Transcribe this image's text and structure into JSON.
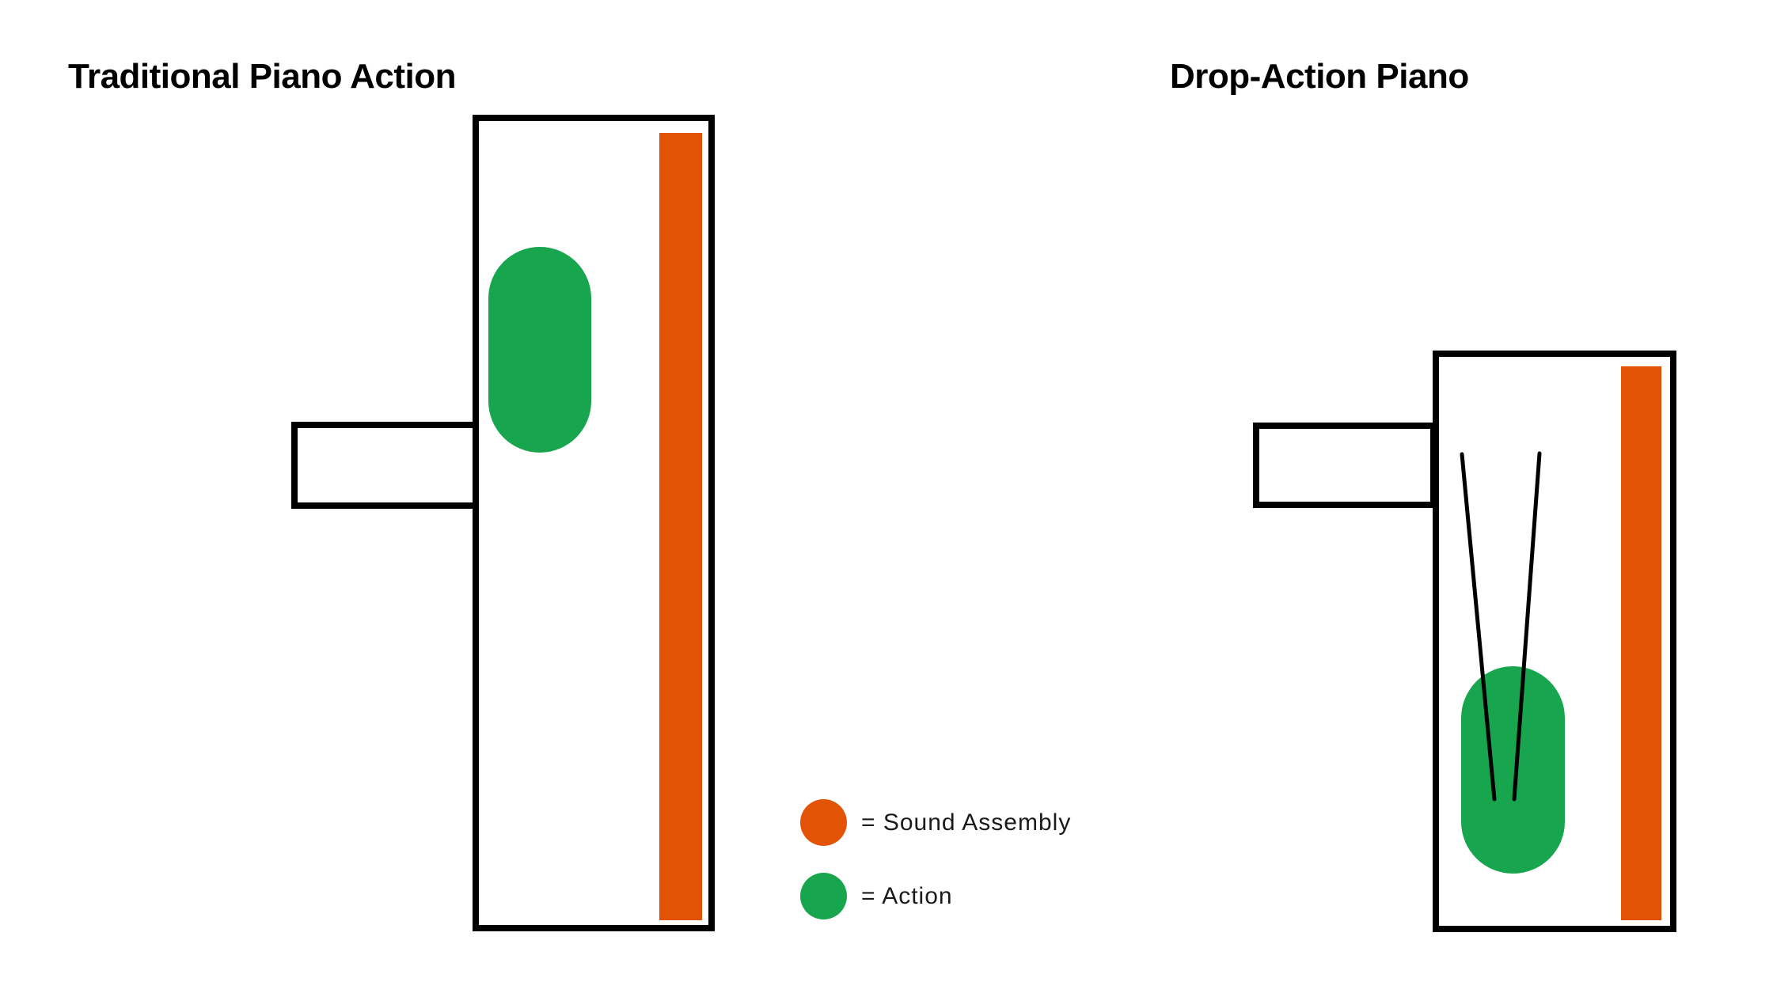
{
  "titles": {
    "traditional": "Traditional Piano Action",
    "drop_action": "Drop-Action Piano"
  },
  "legend": {
    "items": [
      {
        "swatch": "sound-assembly",
        "label": "= Sound Assembly"
      },
      {
        "swatch": "action",
        "label": "= Action"
      }
    ]
  },
  "colors": {
    "sound": "#e25306",
    "action": "#17a64e",
    "ink": "#000000"
  }
}
